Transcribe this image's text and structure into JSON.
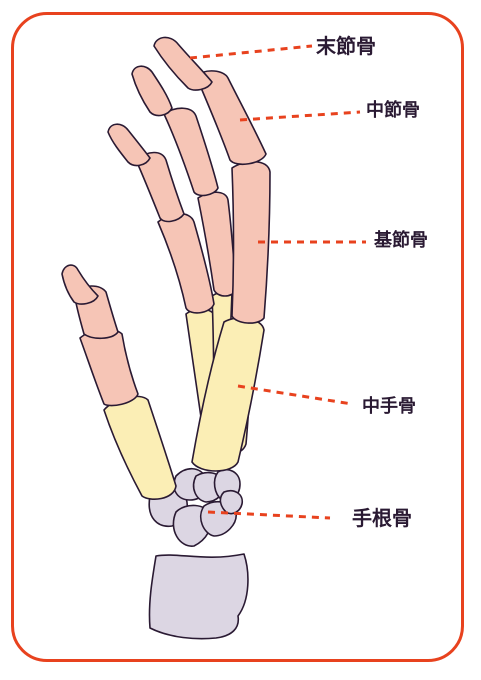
{
  "labels": {
    "distal_phalanx": "末節骨",
    "middle_phalanx": "中節骨",
    "proximal_phalanx": "基節骨",
    "metacarpal": "中手骨",
    "carpal": "手根骨"
  },
  "colors": {
    "frame": "#e8421e",
    "leader_line": "#e8421e",
    "phalanx_fill": "#f6c5b6",
    "metacarpal_fill": "#fbeeb5",
    "carpal_fill": "#dcd6e3",
    "bone_outline": "#2a1a33",
    "label_text": "#2a1a33"
  }
}
